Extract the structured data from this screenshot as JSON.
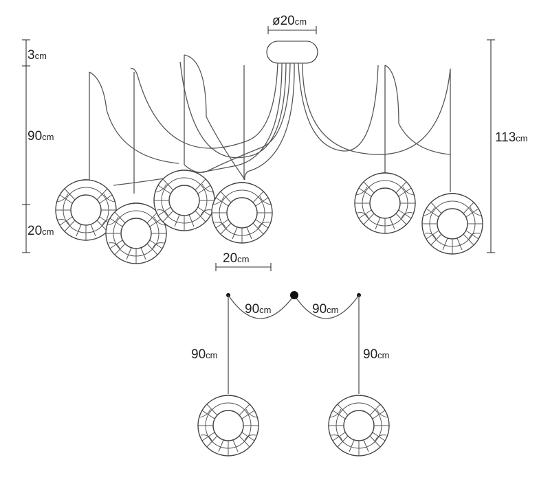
{
  "dimensions": {
    "canopy_diameter": {
      "value": "ø20",
      "unit": "cm"
    },
    "canopy_height": {
      "value": "3",
      "unit": "cm"
    },
    "cable_length": {
      "value": "90",
      "unit": "cm"
    },
    "shade_height": {
      "value": "20",
      "unit": "cm"
    },
    "shade_width": {
      "value": "20",
      "unit": "cm"
    },
    "total_height": {
      "value": "113",
      "unit": "cm"
    }
  },
  "detail": {
    "left_span": {
      "value": "90",
      "unit": "cm"
    },
    "right_span": {
      "value": "90",
      "unit": "cm"
    },
    "left_drop": {
      "value": "90",
      "unit": "cm"
    },
    "right_drop": {
      "value": "90",
      "unit": "cm"
    }
  }
}
